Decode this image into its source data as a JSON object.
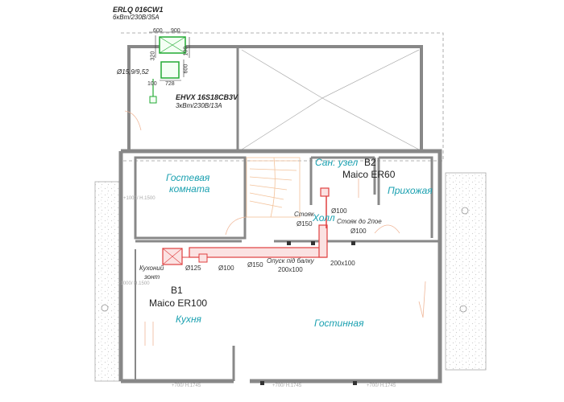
{
  "outdoor_unit": {
    "model": "ERLQ 016CW1",
    "spec": "6кВт/230В/35А",
    "dim_width": "900",
    "dim_depth": "600",
    "dim_320": "320",
    "dim_100": "100"
  },
  "indoor_unit": {
    "model": "EHVX 16S18CB3V",
    "spec": "3кВт/230В/13А",
    "dim_width": "728",
    "dim_height": "600",
    "dim_100": "100"
  },
  "pipe_diameter": "Ø15,9/9,52",
  "rooms": {
    "guest_room_line1": "Гостевая",
    "guest_room_line2": "комната",
    "bathroom": "Сан. узел",
    "hall": "Холл",
    "entrance": "Прихожая",
    "kitchen": "Кухня",
    "living_room": "Гостинная"
  },
  "fans": {
    "b2_tag": "B2",
    "b2_model": "Maico ER60",
    "b1_tag": "B1",
    "b1_model": "Maico ER100"
  },
  "duct_labels": {
    "d100_top": "Ø100",
    "riser_to_floor2": "Стояк до 2поe",
    "d100_riser": "Ø100",
    "riser": "Стояк",
    "d150_riser": "Ø150",
    "drop_under_beam": "Опуск під балку",
    "size_200x100_a": "200x100",
    "size_200x100_b": "200x100",
    "d150_main": "Ø150",
    "d100_kitchen": "Ø100",
    "d125": "Ø125",
    "kitchen_hood_line1": "Кухоний",
    "kitchen_hood_line2": "зонт"
  },
  "window_marks": {
    "w_left_top": "+1000/ H.1500",
    "w_left_mid": "+1000/ H.1500",
    "w_bottom_1": "+700/ H.1745",
    "w_bottom_2": "+700/ H.1745",
    "w_bottom_3": "+700/ H.1745"
  },
  "colors": {
    "walls": "#888888",
    "dimension": "#f0b89a",
    "duct": "#e04040",
    "duct_fill": "#fbe2e2",
    "unit_green": "#22aa33",
    "room_label": "#1aa0b0",
    "stair": "#f3c29a"
  }
}
